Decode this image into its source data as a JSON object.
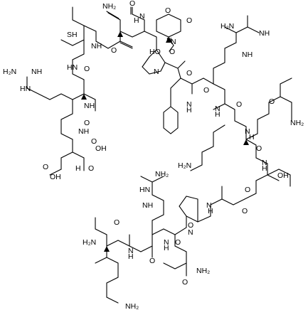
{
  "labels": {
    "nh2": "NH₂",
    "h2n": "H₂N",
    "h2n_alt": "H₂N",
    "nh": "NH",
    "hn": "HN",
    "h": "H",
    "n": "N",
    "o": "O",
    "oh": "OH",
    "ho": "HO",
    "sh": "SH"
  },
  "colors": {
    "ink": "#000000",
    "background": "#ffffff"
  }
}
